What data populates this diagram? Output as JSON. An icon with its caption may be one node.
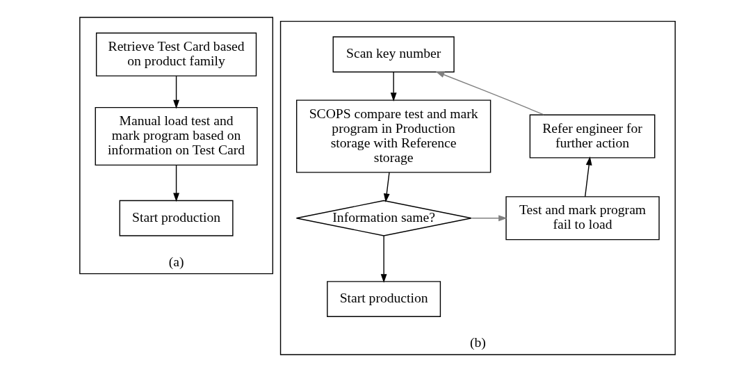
{
  "diagram": {
    "nodes": [
      {
        "text": [
          "(a)"
        ]
      },
      {
        "text": [
          "Retrieve Test Card based on product family"
        ],
        "in": 0
      },
      {
        "text": [
          "Manual load test and mark program based on information on Test Card"
        ],
        "in": 0
      },
      {
        "text": [
          "Start production"
        ],
        "in": 0
      },
      {
        "text": [
          "(b)"
        ]
      },
      {
        "text": [
          "Scan key number"
        ],
        "in": 4
      },
      {
        "text": [
          "SCOPS compare test and mark program in Production storage with Reference storage"
        ],
        "in": 4
      },
      {
        "text": [
          "Information same?"
        ],
        "in": 4
      },
      {
        "text": [
          "Start production"
        ],
        "in": 4
      },
      {
        "text": [
          "Test and mark program fail to load"
        ],
        "in": 4
      },
      {
        "text": [
          "Refer engineer for further action"
        ],
        "in": 4
      }
    ],
    "edges": [
      {
        "from": 1,
        "to": 2,
        "arrow": "to"
      },
      {
        "from": 2,
        "to": 3,
        "arrow": "to"
      },
      {
        "from": 5,
        "to": 6,
        "arrow": "to"
      },
      {
        "from": 6,
        "to": 7,
        "arrow": "to"
      },
      {
        "from": 7,
        "to": 8,
        "arrow": "to"
      },
      {
        "from": 7,
        "to": 9,
        "arrow": "to",
        "color": "#808080"
      },
      {
        "from": 9,
        "to": 10,
        "arrow": "to"
      },
      {
        "from": 10,
        "to": 5,
        "arrow": "to",
        "color": "#808080"
      }
    ]
  }
}
